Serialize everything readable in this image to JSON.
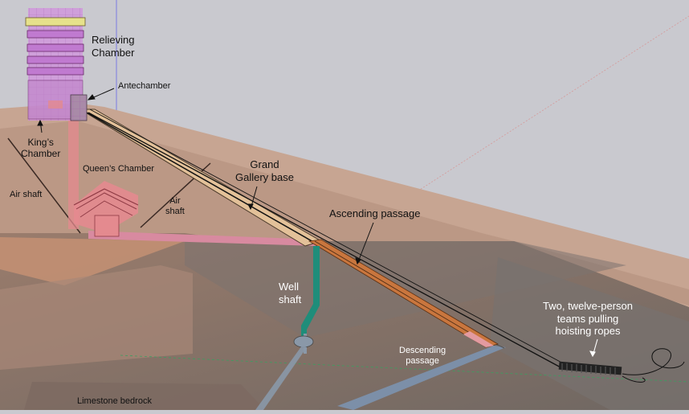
{
  "labels": {
    "relieving_chamber": "Relieving\nChamber",
    "antechamber": "Antechamber",
    "kings_chamber": "King’s\nChamber",
    "queens_chamber": "Queen’s Chamber",
    "air_shaft_left": "Air shaft",
    "air_shaft_right": "Air\nshaft",
    "grand_gallery_base": "Grand\nGallery base",
    "ascending_passage": "Ascending passage",
    "well_shaft": "Well\nshaft",
    "descending_passage": "Descending\npassage",
    "teams": "Two,  twelve-person\nteams pulling\nhoisting ropes",
    "limestone_bedrock": "Limestone bedrock"
  },
  "colors": {
    "sky": "#c9c9cf",
    "pyramid_slope": "#c9a793",
    "ground": "#9c8477",
    "relieving_chamber": "#d090dd",
    "queens_chamber": "#e48a8f",
    "grand_gallery": "#e3c199",
    "ascending_passage": "#c9763e",
    "well_shaft": "#1f8d7a",
    "descending_passage": "#7c8fa8",
    "ropes": "#111111"
  }
}
